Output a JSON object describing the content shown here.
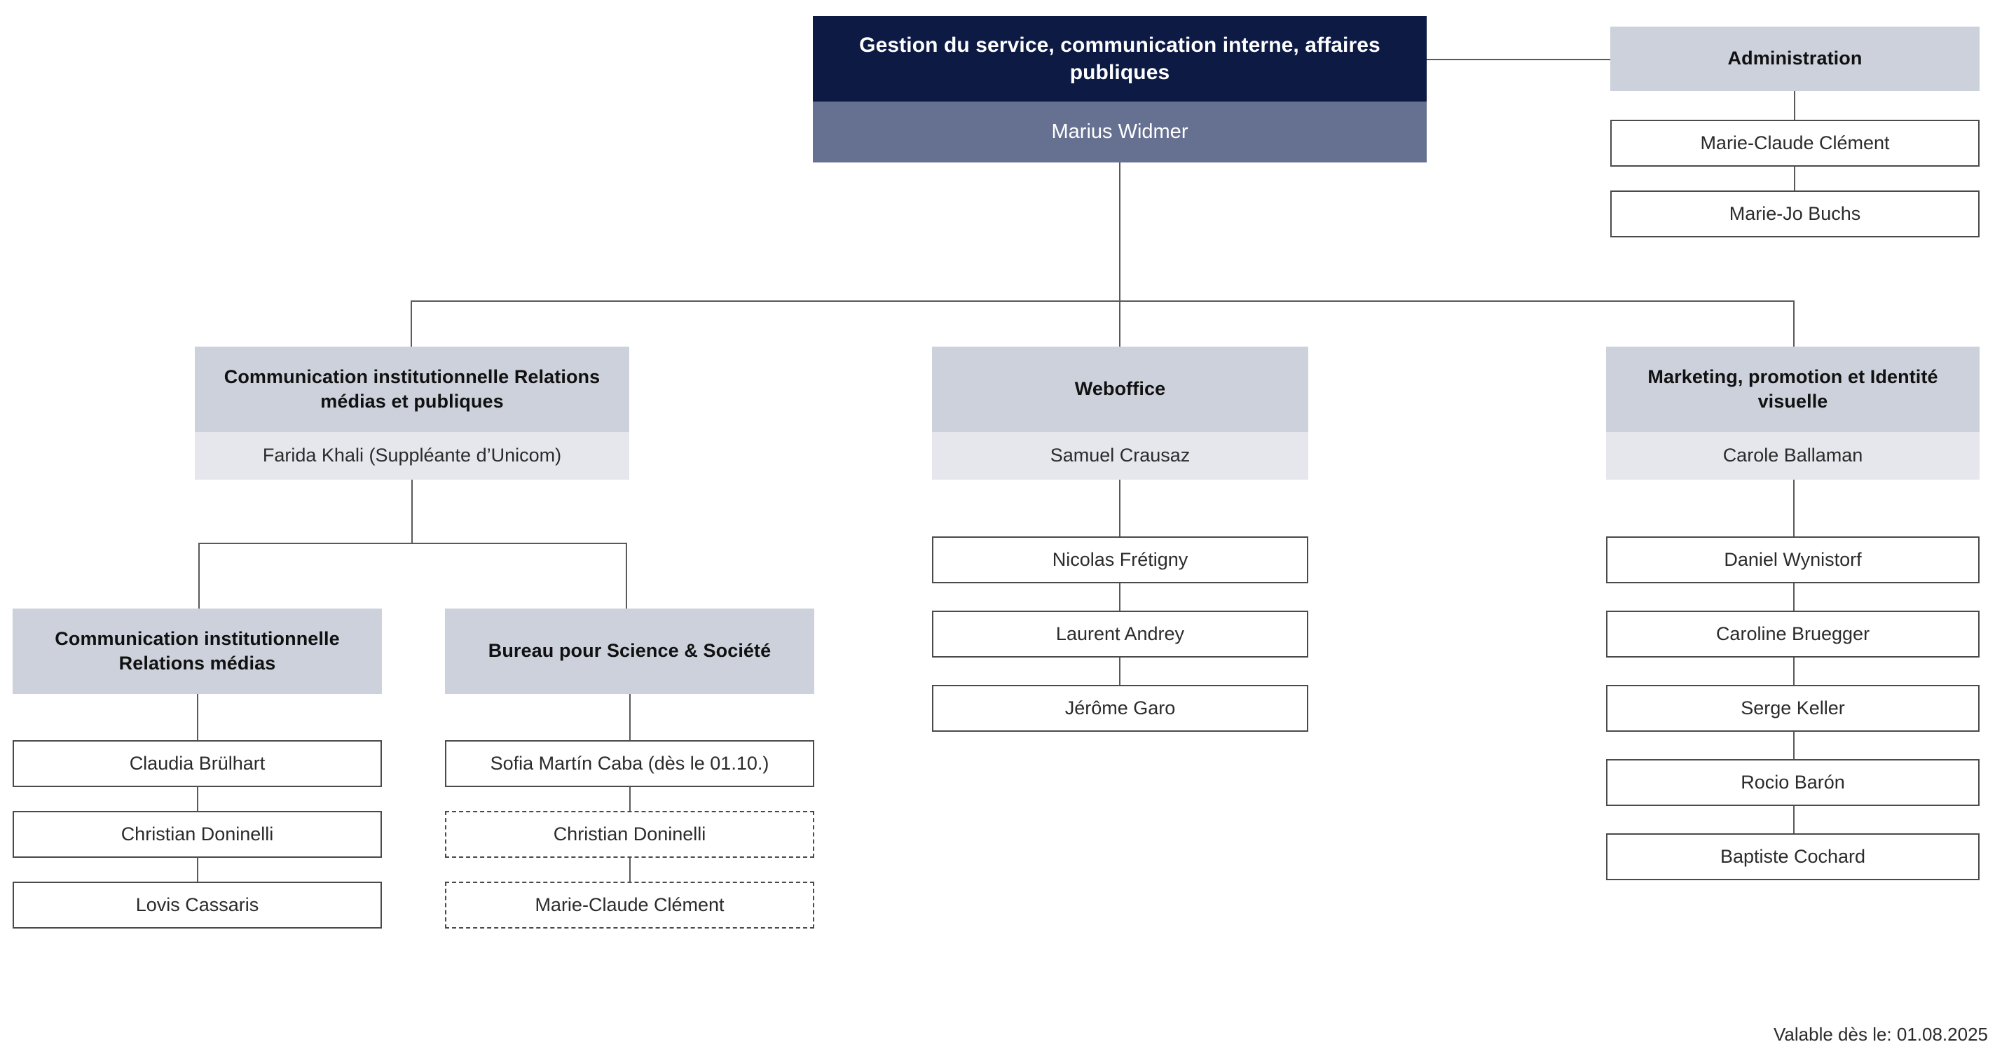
{
  "document": {
    "type": "organizational-chart",
    "footer_note": "Valable dès le: 01.08.2025"
  },
  "root": {
    "title": "Gestion du service, communication interne, affaires publiques",
    "person": "Marius Widmer"
  },
  "administration": {
    "title": "Administration",
    "members": [
      "Marie-Claude Clément",
      "Marie-Jo Buchs"
    ]
  },
  "branches": [
    {
      "title": "Communication institutionnelle Relations médias et publiques",
      "person": "Farida Khali (Suppléante d’Unicom)",
      "members": [],
      "subunits": [
        {
          "title": "Communication institutionnelle Relations médias",
          "members": [
            {
              "name": "Claudia Brülhart",
              "dashed": false
            },
            {
              "name": "Christian Doninelli",
              "dashed": false
            },
            {
              "name": "Lovis Cassaris",
              "dashed": false
            }
          ]
        },
        {
          "title": "Bureau pour Science & Société",
          "members": [
            {
              "name": "Sofia Martín Caba (dès le 01.10.)",
              "dashed": false
            },
            {
              "name": "Christian Doninelli",
              "dashed": true
            },
            {
              "name": "Marie-Claude Clément",
              "dashed": true
            }
          ]
        }
      ]
    },
    {
      "title": "Weboffice",
      "person": "Samuel Crausaz",
      "members": [
        "Nicolas Frétigny",
        "Laurent Andrey",
        "Jérôme Garo"
      ],
      "subunits": []
    },
    {
      "title": "Marketing, promotion et Identité visuelle",
      "person": "Carole Ballaman",
      "members": [
        "Daniel Wynistorf",
        "Caroline Bruegger",
        "Serge Keller",
        "Rocio Barón",
        "Baptiste Cochard"
      ],
      "subunits": []
    }
  ],
  "colors": {
    "root_header_bg": "#0c1a44",
    "root_person_bg": "#667090",
    "dept_header_bg": "#ccd1dc",
    "dept_person_bg": "#e6e7ed",
    "box_border": "#4a4a4a",
    "connector": "#595959",
    "page_bg": "#ffffff"
  }
}
